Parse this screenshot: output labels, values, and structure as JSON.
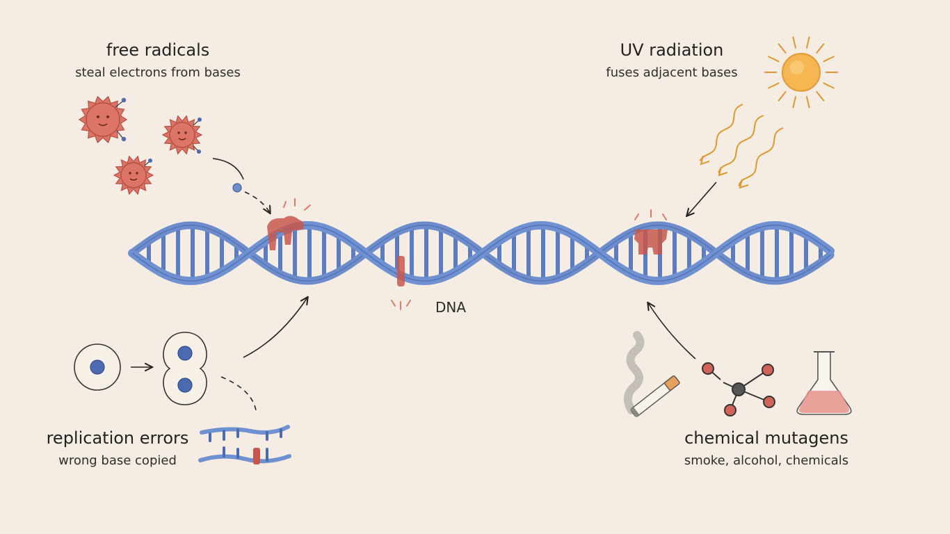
{
  "dna_label": "DNA",
  "sources": {
    "free_radicals": {
      "title": "free radicals",
      "subtitle": "steal electrons from bases"
    },
    "uv_radiation": {
      "title": "UV radiation",
      "subtitle": "fuses adjacent bases"
    },
    "replication_errors": {
      "title": "replication errors",
      "subtitle": "wrong base copied"
    },
    "chemical_mutagens": {
      "title": "chemical mutagens",
      "subtitle": "smoke, alcohol, chemicals"
    }
  },
  "colors": {
    "background": "#f5ede3",
    "dna_strand": "#6c8ccc",
    "dna_dark": "#3f5f9e",
    "damage": "#c8574b",
    "sun": "#f6b652",
    "uv_ray": "#e0982c",
    "radical": "#d96a5d",
    "text": "#222222"
  },
  "icons": [
    "free-radical-icon",
    "electron-icon",
    "sun-icon",
    "uv-ray-icon",
    "cell-icon",
    "dividing-cell-icon",
    "cigarette-icon",
    "molecule-icon",
    "flask-icon",
    "damage-mark-icon"
  ]
}
